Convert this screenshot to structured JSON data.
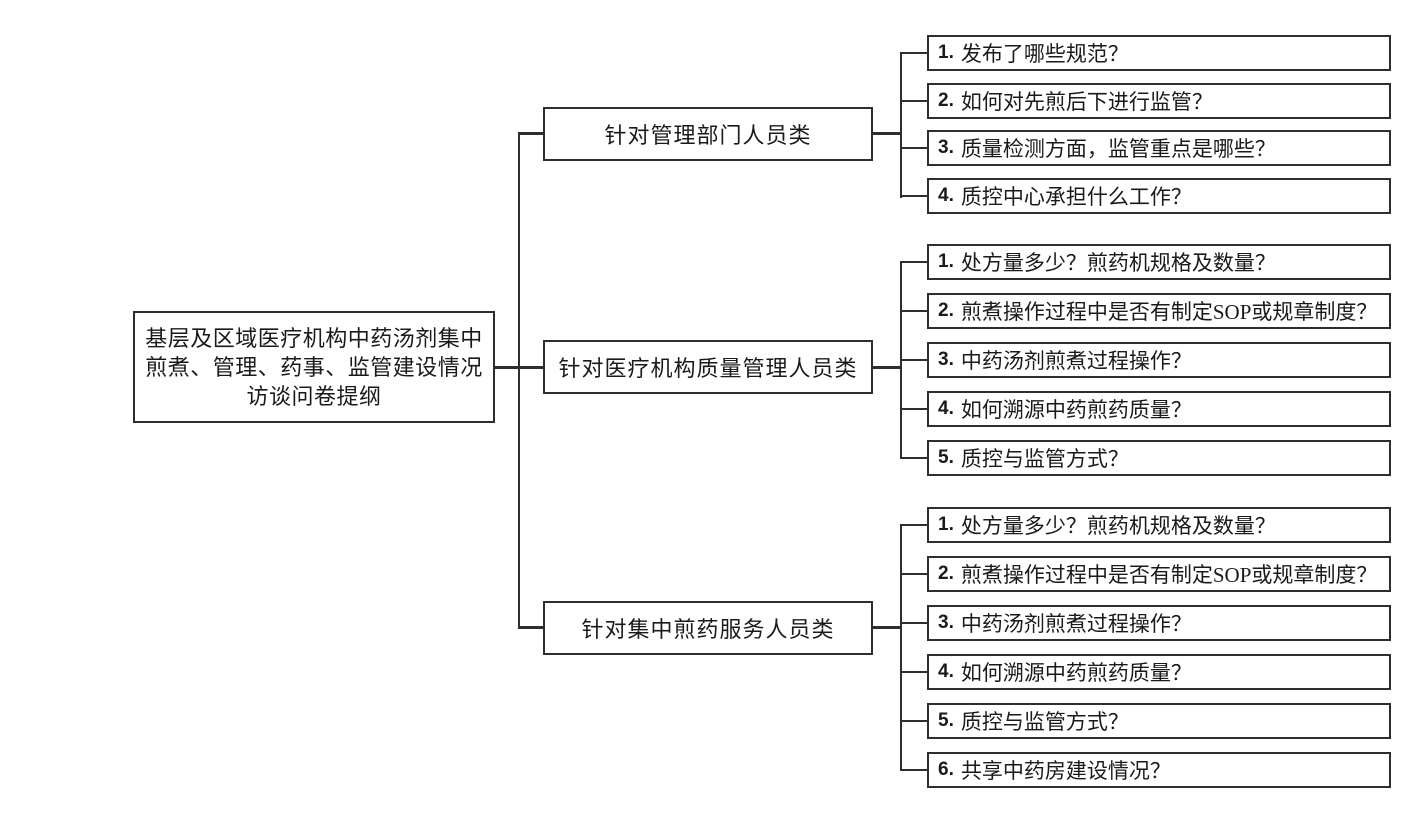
{
  "figure": {
    "background_color": "#ffffff",
    "line_color": "#2e2e2e",
    "type": "tree-diagram"
  },
  "root": {
    "label": "基层及区域医疗机构中药汤剂集中煎煮、管理、药事、监管建设情况访谈问卷提纲",
    "lines": [
      "基层及区域医疗机构中药汤剂集中",
      "煎煮、管理、药事、监管建设情况",
      "访谈问卷提纲"
    ]
  },
  "branches": [
    {
      "label": "针对管理部门人员类",
      "questions": [
        {
          "num": "1.",
          "text": "发布了哪些规范？"
        },
        {
          "num": "2.",
          "text": "如何对先煎后下进行监管？"
        },
        {
          "num": "3.",
          "text": "质量检测方面，监管重点是哪些？"
        },
        {
          "num": "4.",
          "text": "质控中心承担什么工作？"
        }
      ]
    },
    {
      "label": "针对医疗机构质量管理人员类",
      "questions": [
        {
          "num": "1.",
          "text": "处方量多少？煎药机规格及数量？"
        },
        {
          "num": "2.",
          "text": "煎煮操作过程中是否有制定SOP或规章制度？"
        },
        {
          "num": "3.",
          "text": "中药汤剂煎煮过程操作？"
        },
        {
          "num": "4.",
          "text": "如何溯源中药煎药质量？"
        },
        {
          "num": "5.",
          "text": "质控与监管方式？"
        }
      ]
    },
    {
      "label": "针对集中煎药服务人员类",
      "questions": [
        {
          "num": "1.",
          "text": "处方量多少？煎药机规格及数量？"
        },
        {
          "num": "2.",
          "text": "煎煮操作过程中是否有制定SOP或规章制度？"
        },
        {
          "num": "3.",
          "text": "中药汤剂煎煮过程操作？"
        },
        {
          "num": "4.",
          "text": "如何溯源中药煎药质量？"
        },
        {
          "num": "5.",
          "text": "质控与监管方式？"
        },
        {
          "num": "6.",
          "text": "共享中药房建设情况？"
        }
      ]
    }
  ]
}
